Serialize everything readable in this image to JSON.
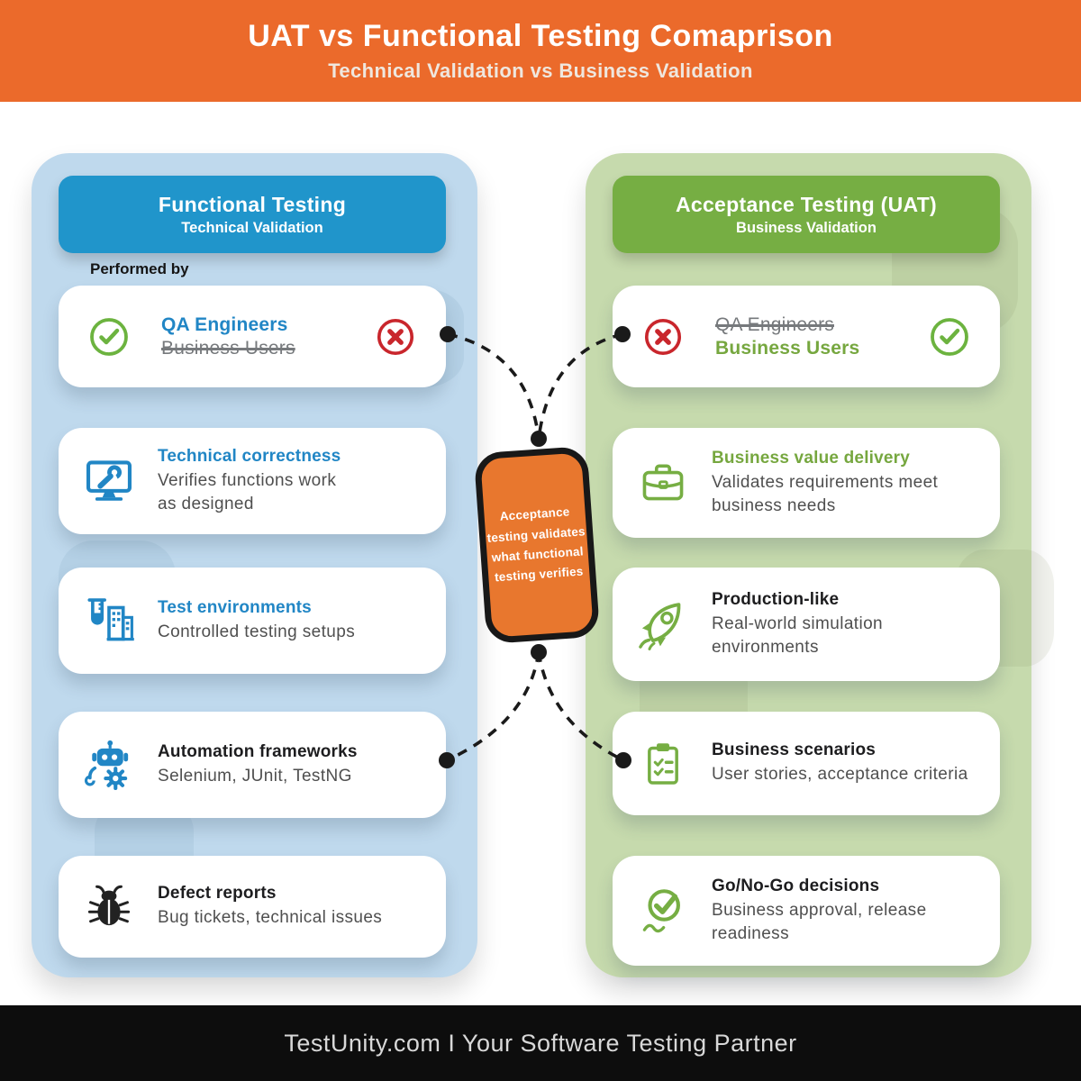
{
  "header": {
    "title": "UAT vs Functional Testing Comaprison",
    "subtitle": "Technical Validation vs Business Validation"
  },
  "center_note": {
    "text": "Acceptance\ntesting validates\nwhat functional\ntesting verifies"
  },
  "left_panel": {
    "title": "Functional Testing",
    "subtitle": "Technical Validation",
    "section_label": "Performed by",
    "performers": {
      "approved": "QA Engineers",
      "rejected": "Business Users"
    },
    "cards": [
      {
        "icon": "monitor-wrench-icon",
        "title": "Technical correctness",
        "title_color": "#2186C5",
        "body": "Verifies functions work\nas designed"
      },
      {
        "icon": "test-tube-icon",
        "title": "Test environments",
        "title_color": "#2186C5",
        "body": "Controlled testing setups"
      },
      {
        "icon": "robot-icon",
        "title": "Automation frameworks",
        "title_color": "#1D1D1F",
        "body": "Selenium, JUnit, TestNG"
      },
      {
        "icon": "bug-icon",
        "title": "Defect reports",
        "title_color": "#1D1D1F",
        "body": "Bug tickets, technical issues"
      }
    ]
  },
  "right_panel": {
    "title": "Acceptance Testing (UAT)",
    "subtitle": "Business Validation",
    "performers": {
      "rejected": "QA Engineers",
      "approved": "Business Users"
    },
    "cards": [
      {
        "icon": "briefcase-icon",
        "title": "Business value delivery",
        "title_color": "#76A73F",
        "body": "Validates requirements meet\nbusiness needs"
      },
      {
        "icon": "rocket-icon",
        "title": "Production-like",
        "title_color": "#1D1D1F",
        "body": "Real-world simulation\nenvironments"
      },
      {
        "icon": "checklist-icon",
        "title": "Business scenarios",
        "title_color": "#1D1D1F",
        "body": "User stories, acceptance criteria"
      },
      {
        "icon": "approval-signature-icon",
        "title": "Go/No-Go decisions",
        "title_color": "#1D1D1F",
        "body": "Business approval, release\nreadiness"
      }
    ]
  },
  "footer": {
    "text": "TestUnity.com I Your Software Testing Partner"
  },
  "colors": {
    "header_bg": "#EB6A2B",
    "left_panel_bg": "#BFD9ED",
    "left_header_bg": "#2095CB",
    "left_accent": "#2186C5",
    "right_panel_bg": "#C6DAAD",
    "right_header_bg": "#76AE43",
    "right_accent": "#76A73F",
    "check_green": "#6CB33F",
    "cross_red": "#C9262C",
    "center_box_bg": "#E8772E",
    "footer_bg": "#0D0D0D",
    "body_text": "#4F4F4F",
    "strikethrough_text": "#76797C"
  }
}
